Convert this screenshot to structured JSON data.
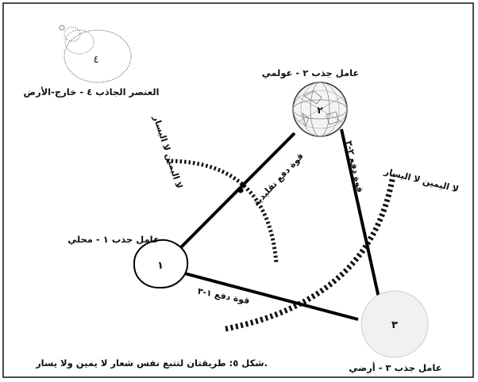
{
  "nodes": {
    "local": {
      "number": "١",
      "label": "عامل جذب ١ - محلي"
    },
    "global": {
      "number": "٢",
      "label": "عامل جذب ٢ - عولمي"
    },
    "earthly": {
      "number": "٣",
      "label": "عامل جذب ٣ - أرضي"
    },
    "extraterrestrial": {
      "number": "٤",
      "label": "العنصر الجاذب ٤ - خارج-الأرض"
    }
  },
  "edges": {
    "traditional_push": "قوة دفع تقليدية",
    "push_2_3": "قوة دفع ٢-٣",
    "push_1_3": "قوة دفع ١-٣"
  },
  "arcs": {
    "left_label": "لا اليمين لا اليسار",
    "right_label": "لا اليمين لا اليسار"
  },
  "caption": "شكل ٥: طريقتان لتتبع نفس شعار لا يمين ولا يسار."
}
